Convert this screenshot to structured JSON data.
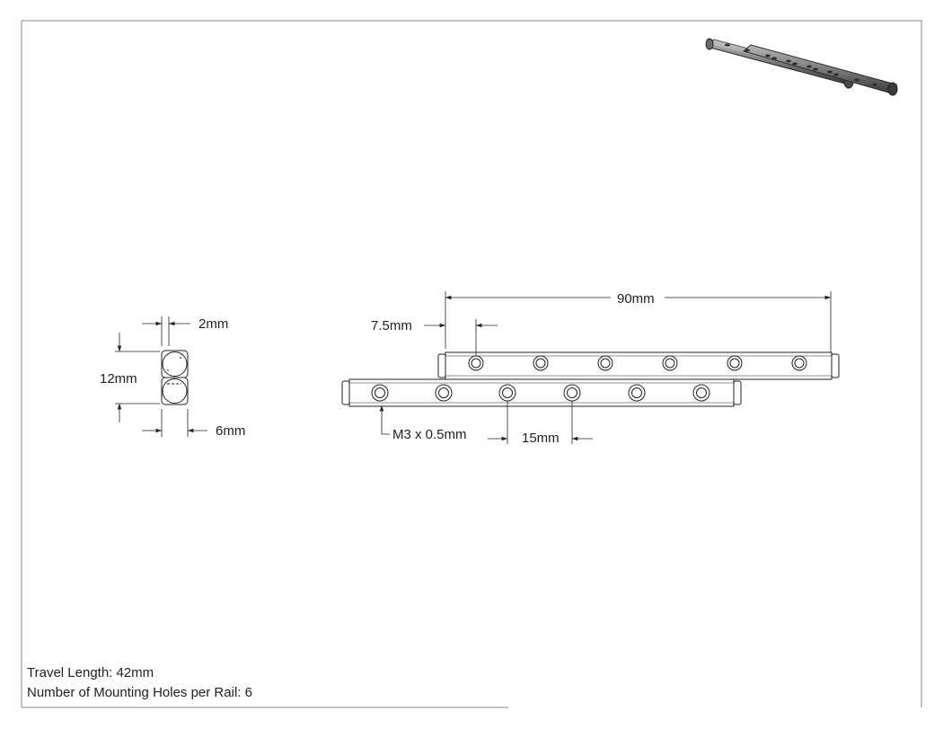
{
  "dimensions": {
    "overall_length": "90mm",
    "end_offset": "7.5mm",
    "hole_pitch": "15mm",
    "thread": "M3 x 0.5mm",
    "gap": "2mm",
    "height": "12mm",
    "width": "6mm"
  },
  "notes": {
    "travel_length": "Travel Length: 42mm",
    "mounting_holes": "Number of Mounting Holes per Rail: 6"
  },
  "colors": {
    "line": "#222222",
    "rail_fill": "#ffffff",
    "render_dark": "#555555",
    "render_light": "#a0a0a0"
  }
}
